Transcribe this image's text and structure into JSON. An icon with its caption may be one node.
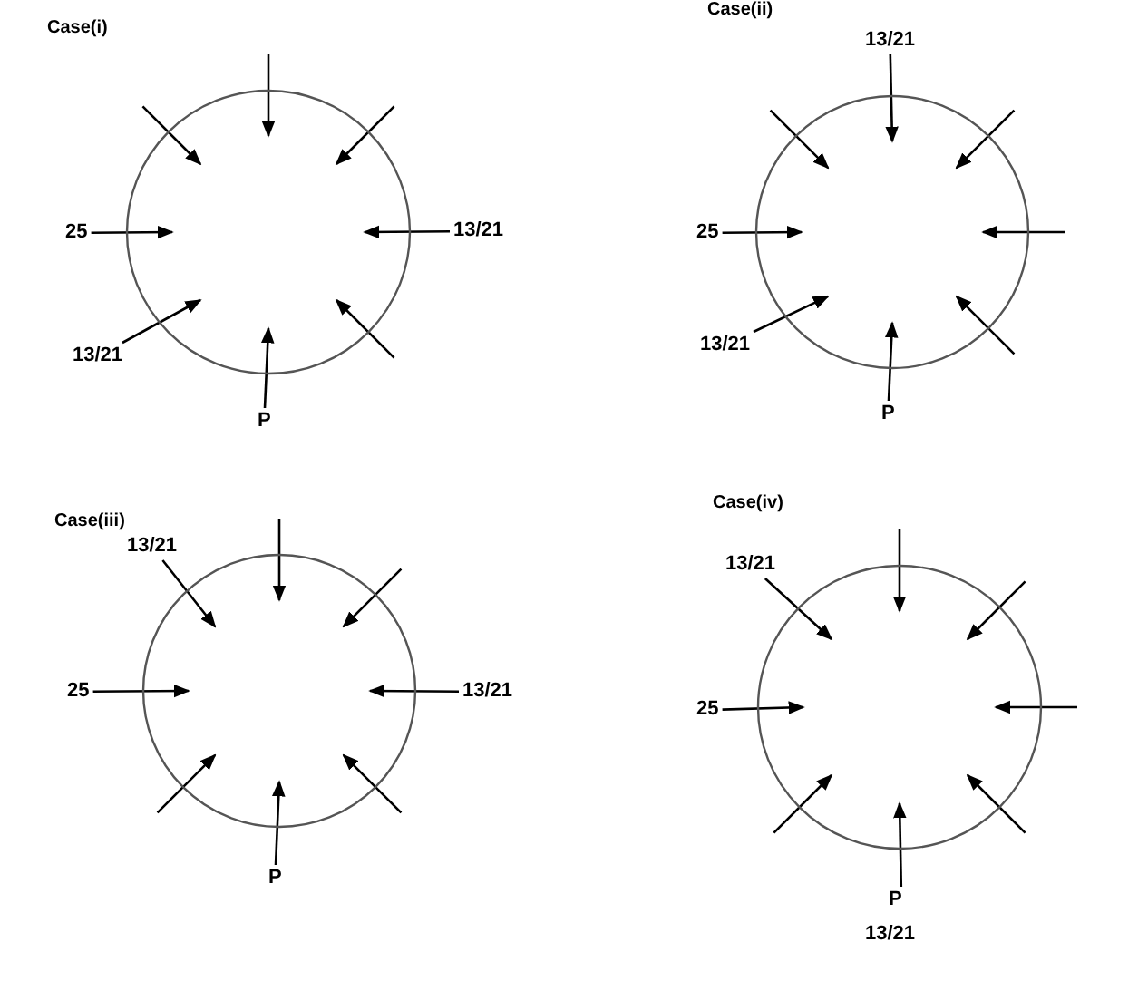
{
  "diagram": {
    "nodes": [
      {
        "text": [
          "Case(i)"
        ]
      },
      {
        "text": [
          "25"
        ]
      },
      {
        "text": [
          "13/21"
        ]
      },
      {
        "text": [
          "13/21"
        ]
      },
      {
        "text": [
          "P"
        ]
      },
      {
        "text": [
          "Case(ii)"
        ]
      },
      {
        "text": [
          "13/21"
        ]
      },
      {
        "text": [
          "25"
        ]
      },
      {
        "text": [
          "13/21"
        ]
      },
      {
        "text": [
          "P"
        ]
      },
      {
        "text": [
          "Case(iii)"
        ]
      },
      {
        "text": [
          "13/21"
        ]
      },
      {
        "text": [
          "25"
        ]
      },
      {
        "text": [
          "13/21"
        ]
      },
      {
        "text": [
          "P"
        ]
      },
      {
        "text": [
          "Case(iv)"
        ]
      },
      {
        "text": [
          "13/21"
        ]
      },
      {
        "text": [
          "25"
        ]
      },
      {
        "text": [
          "P",
          "13/21"
        ]
      }
    ],
    "edges": [
      {
        "from": null,
        "to": 0,
        "arrow": "to"
      },
      {
        "from": null,
        "to": 0,
        "arrow": "to"
      },
      {
        "from": 2,
        "to": 0,
        "arrow": "to"
      },
      {
        "from": null,
        "to": 0,
        "arrow": "to"
      },
      {
        "from": 4,
        "to": 0,
        "arrow": "to"
      },
      {
        "from": 3,
        "to": 0,
        "arrow": "to"
      },
      {
        "from": 1,
        "to": 0,
        "arrow": "to"
      },
      {
        "from": null,
        "to": 0,
        "arrow": "to"
      },
      {
        "from": 6,
        "to": 5,
        "arrow": "to"
      },
      {
        "from": null,
        "to": 5,
        "arrow": "to"
      },
      {
        "from": null,
        "to": 5,
        "arrow": "to"
      },
      {
        "from": null,
        "to": 5,
        "arrow": "to"
      },
      {
        "from": 9,
        "to": 5,
        "arrow": "to"
      },
      {
        "from": 8,
        "to": 5,
        "arrow": "to"
      },
      {
        "from": 7,
        "to": 5,
        "arrow": "to"
      },
      {
        "from": null,
        "to": 5,
        "arrow": "to"
      },
      {
        "from": null,
        "to": 10,
        "arrow": "to"
      },
      {
        "from": null,
        "to": 10,
        "arrow": "to"
      },
      {
        "from": 13,
        "to": 10,
        "arrow": "to"
      },
      {
        "from": null,
        "to": 10,
        "arrow": "to"
      },
      {
        "from": 14,
        "to": 10,
        "arrow": "to"
      },
      {
        "from": null,
        "to": 10,
        "arrow": "to"
      },
      {
        "from": 12,
        "to": 10,
        "arrow": "to"
      },
      {
        "from": 11,
        "to": 10,
        "arrow": "to"
      },
      {
        "from": null,
        "to": 15,
        "arrow": "to"
      },
      {
        "from": null,
        "to": 15,
        "arrow": "to"
      },
      {
        "from": null,
        "to": 15,
        "arrow": "to"
      },
      {
        "from": null,
        "to": 15,
        "arrow": "to"
      },
      {
        "from": 18,
        "to": 15,
        "arrow": "to"
      },
      {
        "from": null,
        "to": 15,
        "arrow": "to"
      },
      {
        "from": 17,
        "to": 15,
        "arrow": "to"
      },
      {
        "from": 16,
        "to": 15,
        "arrow": "to"
      }
    ]
  }
}
